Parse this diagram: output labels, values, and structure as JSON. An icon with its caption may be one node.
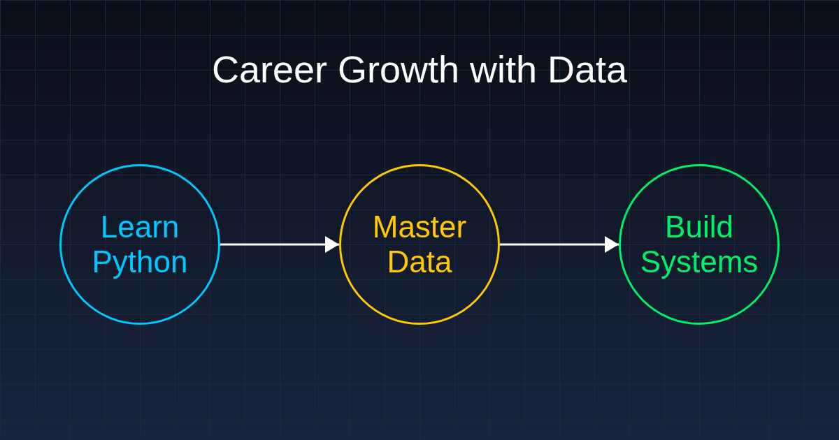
{
  "diagram": {
    "title": "Career Growth with Data",
    "nodes": [
      {
        "text": [
          "Learn Python"
        ]
      },
      {
        "text": [
          "Master Data"
        ]
      },
      {
        "text": [
          "Build Systems"
        ]
      }
    ],
    "edges": [
      {
        "from": 0,
        "to": 1,
        "arrow": "to"
      },
      {
        "from": 1,
        "to": 2,
        "arrow": "to"
      }
    ]
  }
}
